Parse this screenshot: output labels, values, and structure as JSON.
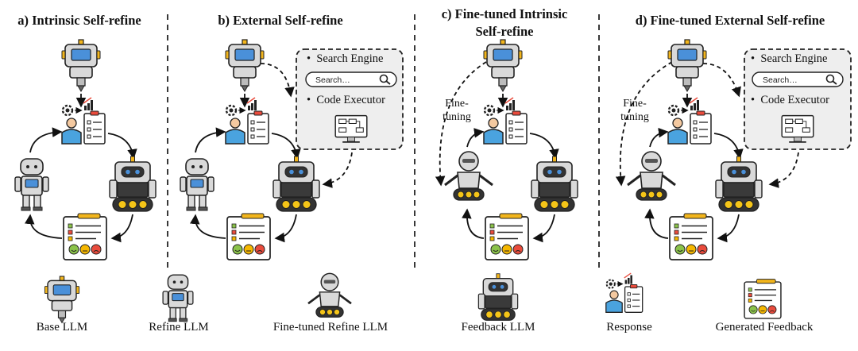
{
  "panels": [
    {
      "title": "a) Intrinsic Self-refine"
    },
    {
      "title": "b) External Self-refine"
    },
    {
      "title_line1": "c) Fine-tuned Intrinsic",
      "title_line2": "Self-refine"
    },
    {
      "title": "d) Fine-tuned External Self-refine"
    }
  ],
  "tools": {
    "search_engine": "Search Engine",
    "search_placeholder": "Search…",
    "code_executor": "Code Executor"
  },
  "fine_tuning_label": "Fine-\ntuning",
  "legend": {
    "base_llm": "Base LLM",
    "refine_llm": "Refine LLM",
    "finetuned_refine_llm": "Fine-tuned Refine LLM",
    "feedback_llm": "Feedback LLM",
    "response": "Response",
    "generated_feedback": "Generated Feedback"
  },
  "colors": {
    "robot_gray": "#d9d9d9",
    "robot_dark": "#3a3a3a",
    "screen_blue": "#4a90d9",
    "antenna_yellow": "#f2b51c",
    "wheel_yellow": "#f5c518",
    "tool_box_fill": "#eeeeee",
    "face_green": "#8bc34a",
    "face_yellow": "#f5b700",
    "face_red": "#e94b3c",
    "person_blue": "#4aa3df",
    "divider": "#222222"
  }
}
